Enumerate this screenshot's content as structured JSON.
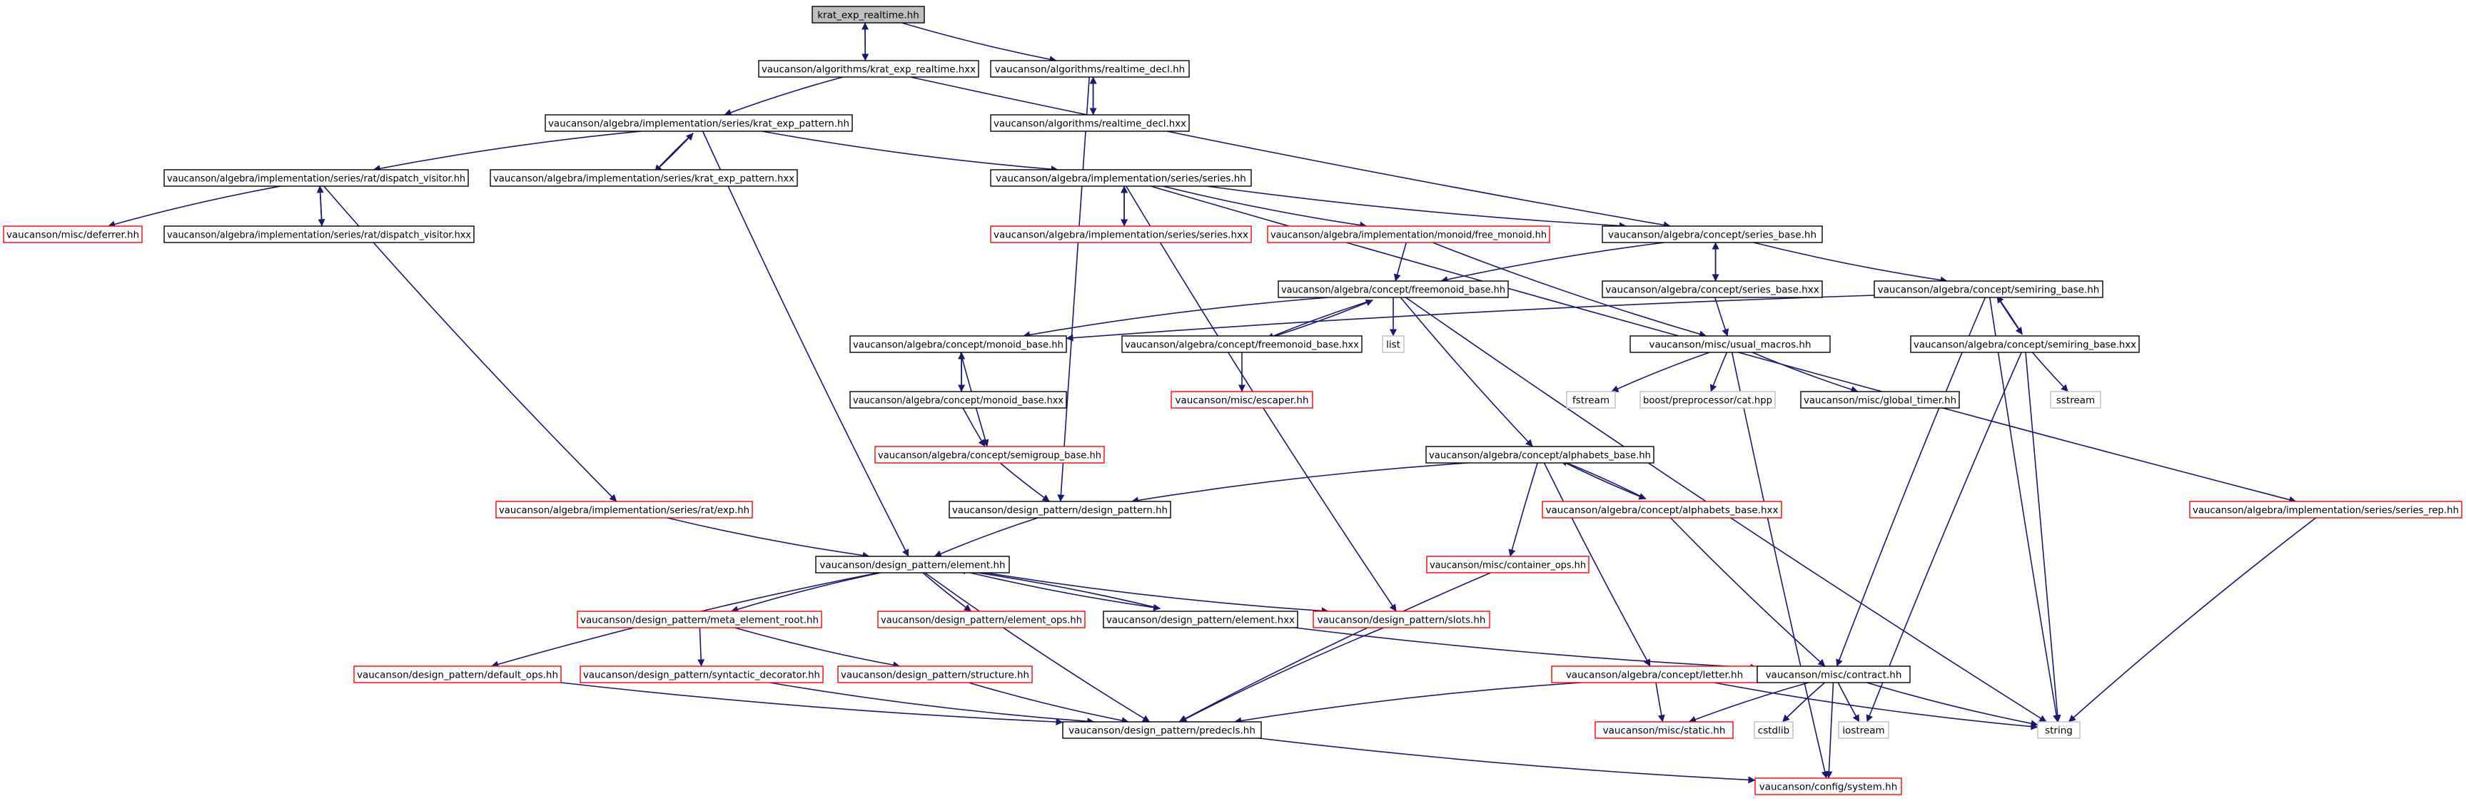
{
  "graph": {
    "colors": {
      "edge": "#191970",
      "border_normal": "#000000",
      "border_red": "#ff0000",
      "border_gray": "#bfbfbf",
      "fill_root": "#bfbfbf",
      "fill_normal": "#ffffff"
    },
    "nodes": [
      {
        "id": "krat_exp_realtime_hh",
        "label": "krat_exp_realtime.hh",
        "style": "root"
      },
      {
        "id": "alg_krat_exp_realtime_hxx",
        "label": "vaucanson/algorithms/krat_exp_realtime.hxx",
        "style": "normal"
      },
      {
        "id": "alg_realtime_decl_hh",
        "label": "vaucanson/algorithms/realtime_decl.hh",
        "style": "normal"
      },
      {
        "id": "alg_realtime_decl_hxx",
        "label": "vaucanson/algorithms/realtime_decl.hxx",
        "style": "normal"
      },
      {
        "id": "impl_krat_exp_pattern_hh",
        "label": "vaucanson/algebra/implementation/series/krat_exp_pattern.hh",
        "style": "normal"
      },
      {
        "id": "impl_dispatch_visitor_hh",
        "label": "vaucanson/algebra/implementation/series/rat/dispatch_visitor.hh",
        "style": "normal"
      },
      {
        "id": "impl_krat_exp_pattern_hxx",
        "label": "vaucanson/algebra/implementation/series/krat_exp_pattern.hxx",
        "style": "normal"
      },
      {
        "id": "impl_series_hh",
        "label": "vaucanson/algebra/implementation/series/series.hh",
        "style": "normal"
      },
      {
        "id": "misc_deferrer_hh",
        "label": "vaucanson/misc/deferrer.hh",
        "style": "red"
      },
      {
        "id": "impl_dispatch_visitor_hxx",
        "label": "vaucanson/algebra/implementation/series/rat/dispatch_visitor.hxx",
        "style": "normal"
      },
      {
        "id": "impl_series_hxx",
        "label": "vaucanson/algebra/implementation/series/series.hxx",
        "style": "red"
      },
      {
        "id": "impl_free_monoid_hh",
        "label": "vaucanson/algebra/implementation/monoid/free_monoid.hh",
        "style": "red"
      },
      {
        "id": "concept_series_base_hh",
        "label": "vaucanson/algebra/concept/series_base.hh",
        "style": "normal"
      },
      {
        "id": "concept_freemonoid_base_hh",
        "label": "vaucanson/algebra/concept/freemonoid_base.hh",
        "style": "normal"
      },
      {
        "id": "concept_series_base_hxx",
        "label": "vaucanson/algebra/concept/series_base.hxx",
        "style": "normal"
      },
      {
        "id": "concept_semiring_base_hh",
        "label": "vaucanson/algebra/concept/semiring_base.hh",
        "style": "normal"
      },
      {
        "id": "concept_monoid_base_hh",
        "label": "vaucanson/algebra/concept/monoid_base.hh",
        "style": "normal"
      },
      {
        "id": "concept_freemonoid_base_hxx",
        "label": "vaucanson/algebra/concept/freemonoid_base.hxx",
        "style": "normal"
      },
      {
        "id": "sys_list",
        "label": "list",
        "style": "gray"
      },
      {
        "id": "misc_usual_macros_hh",
        "label": "vaucanson/misc/usual_macros.hh",
        "style": "normal"
      },
      {
        "id": "concept_semiring_base_hxx",
        "label": "vaucanson/algebra/concept/semiring_base.hxx",
        "style": "normal"
      },
      {
        "id": "concept_monoid_base_hxx",
        "label": "vaucanson/algebra/concept/monoid_base.hxx",
        "style": "normal"
      },
      {
        "id": "misc_escaper_hh",
        "label": "vaucanson/misc/escaper.hh",
        "style": "red"
      },
      {
        "id": "sys_fstream",
        "label": "fstream",
        "style": "gray"
      },
      {
        "id": "sys_boost_cat",
        "label": "boost/preprocessor/cat.hpp",
        "style": "gray"
      },
      {
        "id": "misc_global_timer_hh",
        "label": "vaucanson/misc/global_timer.hh",
        "style": "normal"
      },
      {
        "id": "sys_sstream",
        "label": "sstream",
        "style": "gray"
      },
      {
        "id": "concept_semigroup_base_hh",
        "label": "vaucanson/algebra/concept/semigroup_base.hh",
        "style": "red"
      },
      {
        "id": "concept_alphabets_base_hh",
        "label": "vaucanson/algebra/concept/alphabets_base.hh",
        "style": "normal"
      },
      {
        "id": "concept_alphabets_base_hxx",
        "label": "vaucanson/algebra/concept/alphabets_base.hxx",
        "style": "red"
      },
      {
        "id": "impl_series_rep_hh",
        "label": "vaucanson/algebra/implementation/series/series_rep.hh",
        "style": "red"
      },
      {
        "id": "impl_rat_exp_hh",
        "label": "vaucanson/algebra/implementation/series/rat/exp.hh",
        "style": "red"
      },
      {
        "id": "dp_design_pattern_hh",
        "label": "vaucanson/design_pattern/design_pattern.hh",
        "style": "normal"
      },
      {
        "id": "misc_container_ops_hh",
        "label": "vaucanson/misc/container_ops.hh",
        "style": "red"
      },
      {
        "id": "dp_element_hh",
        "label": "vaucanson/design_pattern/element.hh",
        "style": "normal"
      },
      {
        "id": "dp_meta_element_root_hh",
        "label": "vaucanson/design_pattern/meta_element_root.hh",
        "style": "red"
      },
      {
        "id": "dp_element_ops_hh",
        "label": "vaucanson/design_pattern/element_ops.hh",
        "style": "red"
      },
      {
        "id": "dp_element_hxx",
        "label": "vaucanson/design_pattern/element.hxx",
        "style": "normal"
      },
      {
        "id": "dp_slots_hh",
        "label": "vaucanson/design_pattern/slots.hh",
        "style": "red"
      },
      {
        "id": "dp_default_ops_hh",
        "label": "vaucanson/design_pattern/default_ops.hh",
        "style": "red"
      },
      {
        "id": "dp_syntactic_decorator_hh",
        "label": "vaucanson/design_pattern/syntactic_decorator.hh",
        "style": "red"
      },
      {
        "id": "dp_structure_hh",
        "label": "vaucanson/design_pattern/structure.hh",
        "style": "red"
      },
      {
        "id": "concept_letter_hh",
        "label": "vaucanson/algebra/concept/letter.hh",
        "style": "red"
      },
      {
        "id": "misc_contract_hh",
        "label": "vaucanson/misc/contract.hh",
        "style": "normal"
      },
      {
        "id": "misc_static_hh",
        "label": "vaucanson/misc/static.hh",
        "style": "red"
      },
      {
        "id": "sys_cstdlib",
        "label": "cstdlib",
        "style": "gray"
      },
      {
        "id": "sys_iostream",
        "label": "iostream",
        "style": "gray"
      },
      {
        "id": "sys_string",
        "label": "string",
        "style": "gray"
      },
      {
        "id": "dp_predecls_hh",
        "label": "vaucanson/design_pattern/predecls.hh",
        "style": "normal"
      },
      {
        "id": "config_system_hh",
        "label": "vaucanson/config/system.hh",
        "style": "red"
      }
    ],
    "edges": [
      [
        "krat_exp_realtime_hh",
        "alg_krat_exp_realtime_hxx"
      ],
      [
        "alg_krat_exp_realtime_hxx",
        "krat_exp_realtime_hh"
      ],
      [
        "krat_exp_realtime_hh",
        "alg_realtime_decl_hh"
      ],
      [
        "alg_realtime_decl_hh",
        "alg_realtime_decl_hxx"
      ],
      [
        "alg_realtime_decl_hxx",
        "alg_realtime_decl_hh"
      ],
      [
        "alg_realtime_decl_hh",
        "dp_design_pattern_hh"
      ],
      [
        "alg_krat_exp_realtime_hxx",
        "impl_krat_exp_pattern_hh"
      ],
      [
        "alg_krat_exp_realtime_hxx",
        "concept_series_base_hh"
      ],
      [
        "impl_krat_exp_pattern_hh",
        "impl_dispatch_visitor_hh"
      ],
      [
        "impl_krat_exp_pattern_hh",
        "impl_krat_exp_pattern_hxx"
      ],
      [
        "impl_krat_exp_pattern_hxx",
        "impl_krat_exp_pattern_hh"
      ],
      [
        "impl_krat_exp_pattern_hh",
        "impl_series_hh"
      ],
      [
        "impl_krat_exp_pattern_hh",
        "dp_element_hh"
      ],
      [
        "impl_dispatch_visitor_hh",
        "misc_deferrer_hh"
      ],
      [
        "impl_dispatch_visitor_hh",
        "impl_dispatch_visitor_hxx"
      ],
      [
        "impl_dispatch_visitor_hxx",
        "impl_dispatch_visitor_hh"
      ],
      [
        "impl_dispatch_visitor_hh",
        "impl_rat_exp_hh"
      ],
      [
        "impl_series_hh",
        "impl_series_hxx"
      ],
      [
        "impl_series_hxx",
        "impl_series_hh"
      ],
      [
        "impl_series_hh",
        "impl_free_monoid_hh"
      ],
      [
        "impl_series_hh",
        "concept_series_base_hh"
      ],
      [
        "impl_series_hh",
        "impl_series_rep_hh"
      ],
      [
        "impl_series_hh",
        "dp_slots_hh"
      ],
      [
        "impl_free_monoid_hh",
        "concept_freemonoid_base_hh"
      ],
      [
        "impl_free_monoid_hh",
        "misc_usual_macros_hh"
      ],
      [
        "concept_series_base_hh",
        "concept_freemonoid_base_hh"
      ],
      [
        "concept_series_base_hh",
        "concept_series_base_hxx"
      ],
      [
        "concept_series_base_hxx",
        "concept_series_base_hh"
      ],
      [
        "concept_series_base_hh",
        "concept_semiring_base_hh"
      ],
      [
        "concept_series_base_hxx",
        "misc_usual_macros_hh"
      ],
      [
        "concept_freemonoid_base_hh",
        "concept_monoid_base_hh"
      ],
      [
        "concept_freemonoid_base_hh",
        "concept_freemonoid_base_hxx"
      ],
      [
        "concept_freemonoid_base_hxx",
        "concept_freemonoid_base_hh"
      ],
      [
        "concept_freemonoid_base_hh",
        "sys_list"
      ],
      [
        "concept_freemonoid_base_hh",
        "concept_alphabets_base_hh"
      ],
      [
        "concept_freemonoid_base_hh",
        "sys_string"
      ],
      [
        "concept_freemonoid_base_hxx",
        "misc_escaper_hh"
      ],
      [
        "concept_semiring_base_hh",
        "concept_monoid_base_hh"
      ],
      [
        "concept_semiring_base_hh",
        "concept_semiring_base_hxx"
      ],
      [
        "concept_semiring_base_hxx",
        "concept_semiring_base_hh"
      ],
      [
        "concept_semiring_base_hh",
        "misc_contract_hh"
      ],
      [
        "concept_semiring_base_hh",
        "sys_string"
      ],
      [
        "concept_semiring_base_hxx",
        "sys_sstream"
      ],
      [
        "concept_semiring_base_hxx",
        "sys_iostream"
      ],
      [
        "concept_semiring_base_hxx",
        "sys_string"
      ],
      [
        "concept_monoid_base_hh",
        "concept_monoid_base_hxx"
      ],
      [
        "concept_monoid_base_hxx",
        "concept_monoid_base_hh"
      ],
      [
        "concept_monoid_base_hh",
        "concept_semigroup_base_hh"
      ],
      [
        "concept_monoid_base_hxx",
        "concept_semigroup_base_hh"
      ],
      [
        "concept_semigroup_base_hh",
        "dp_design_pattern_hh"
      ],
      [
        "misc_usual_macros_hh",
        "sys_fstream"
      ],
      [
        "misc_usual_macros_hh",
        "sys_boost_cat"
      ],
      [
        "misc_usual_macros_hh",
        "misc_global_timer_hh"
      ],
      [
        "misc_usual_macros_hh",
        "config_system_hh"
      ],
      [
        "concept_alphabets_base_hh",
        "dp_design_pattern_hh"
      ],
      [
        "concept_alphabets_base_hh",
        "concept_alphabets_base_hxx"
      ],
      [
        "concept_alphabets_base_hxx",
        "concept_alphabets_base_hh"
      ],
      [
        "concept_alphabets_base_hh",
        "misc_container_ops_hh"
      ],
      [
        "concept_alphabets_base_hh",
        "concept_letter_hh"
      ],
      [
        "concept_alphabets_base_hxx",
        "misc_contract_hh"
      ],
      [
        "impl_series_rep_hh",
        "sys_string"
      ],
      [
        "impl_rat_exp_hh",
        "dp_element_hh"
      ],
      [
        "dp_design_pattern_hh",
        "dp_element_hh"
      ],
      [
        "misc_container_ops_hh",
        "dp_predecls_hh"
      ],
      [
        "dp_element_hh",
        "dp_default_ops_hh"
      ],
      [
        "dp_element_hh",
        "dp_meta_element_root_hh"
      ],
      [
        "dp_element_hh",
        "dp_element_ops_hh"
      ],
      [
        "dp_element_hh",
        "dp_element_hxx"
      ],
      [
        "dp_element_hxx",
        "dp_element_hh"
      ],
      [
        "dp_element_hh",
        "dp_slots_hh"
      ],
      [
        "dp_element_hh",
        "dp_predecls_hh"
      ],
      [
        "dp_element_hxx",
        "misc_contract_hh"
      ],
      [
        "dp_slots_hh",
        "dp_predecls_hh"
      ],
      [
        "dp_meta_element_root_hh",
        "dp_syntactic_decorator_hh"
      ],
      [
        "dp_meta_element_root_hh",
        "dp_structure_hh"
      ],
      [
        "dp_default_ops_hh",
        "dp_predecls_hh"
      ],
      [
        "dp_syntactic_decorator_hh",
        "dp_predecls_hh"
      ],
      [
        "dp_structure_hh",
        "dp_predecls_hh"
      ],
      [
        "concept_letter_hh",
        "dp_predecls_hh"
      ],
      [
        "concept_letter_hh",
        "misc_static_hh"
      ],
      [
        "concept_letter_hh",
        "sys_string"
      ],
      [
        "misc_contract_hh",
        "misc_static_hh"
      ],
      [
        "misc_contract_hh",
        "sys_cstdlib"
      ],
      [
        "misc_contract_hh",
        "sys_iostream"
      ],
      [
        "misc_contract_hh",
        "sys_string"
      ],
      [
        "misc_contract_hh",
        "config_system_hh"
      ],
      [
        "dp_predecls_hh",
        "config_system_hh"
      ]
    ]
  }
}
